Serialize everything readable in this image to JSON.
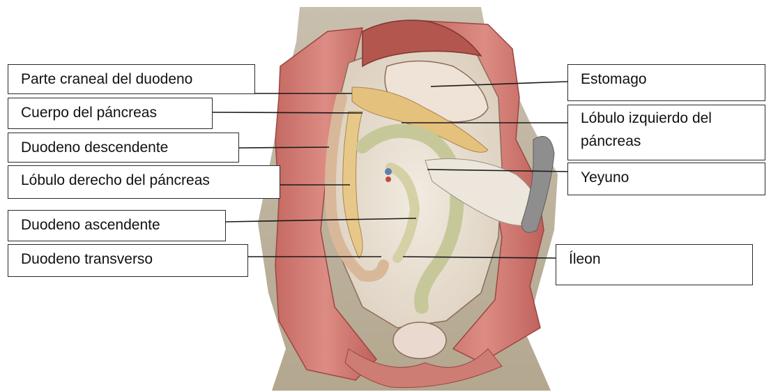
{
  "labels": {
    "left": [
      "Parte craneal del duodeno",
      "Cuerpo del páncreas",
      "Duodeno descendente",
      "Lóbulo derecho del páncreas",
      "Duodeno ascendente",
      "Duodeno transverso"
    ],
    "right": [
      "Estomago",
      "Lóbulo izquierdo del páncreas",
      "Yeyuno",
      "Íleon"
    ]
  },
  "colors": {
    "fur": "#b7ab96",
    "muscle": "#cf7a72",
    "muscle_dark": "#a84c47",
    "peritoneum": "#e9dfd0",
    "intestine": "#c7c89a",
    "pancreas": "#e3c17f",
    "stomach": "#ead8ca",
    "leader_line": "#1a1a1a"
  }
}
